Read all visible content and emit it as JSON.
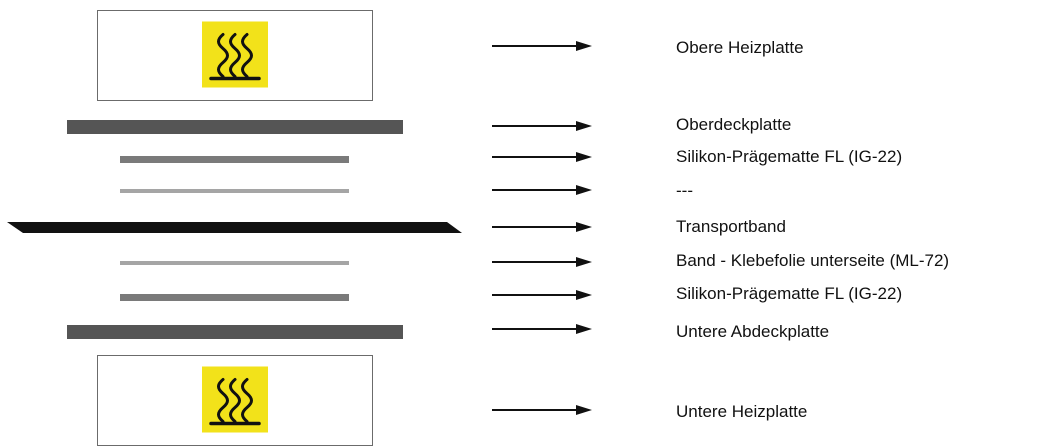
{
  "layers": [
    {
      "label": "Obere Heizplatte",
      "kind": "heater",
      "color": "#f2e21a"
    },
    {
      "label": "Oberdeckplatte",
      "kind": "cover-plate",
      "color": "#555555"
    },
    {
      "label": "Silikon-Prägematte FL (IG-22)",
      "kind": "silicone-mat",
      "color": "#7a7a7a"
    },
    {
      "label": "---",
      "kind": "foil",
      "color": "#a5a5a5"
    },
    {
      "label": "Transportband",
      "kind": "transport-belt",
      "color": "#111111"
    },
    {
      "label": "Band - Klebefolie unterseite (ML-72)",
      "kind": "foil",
      "color": "#a5a5a5"
    },
    {
      "label": "Silikon-Prägematte FL (IG-22)",
      "kind": "silicone-mat",
      "color": "#7a7a7a"
    },
    {
      "label": "Untere Abdeckplatte",
      "kind": "cover-plate",
      "color": "#555555"
    },
    {
      "label": "Untere Heizplatte",
      "kind": "heater",
      "color": "#f2e21a"
    }
  ],
  "icons": {
    "heater": "hot-surface-warning-icon",
    "arrow": "arrow-right-icon"
  }
}
